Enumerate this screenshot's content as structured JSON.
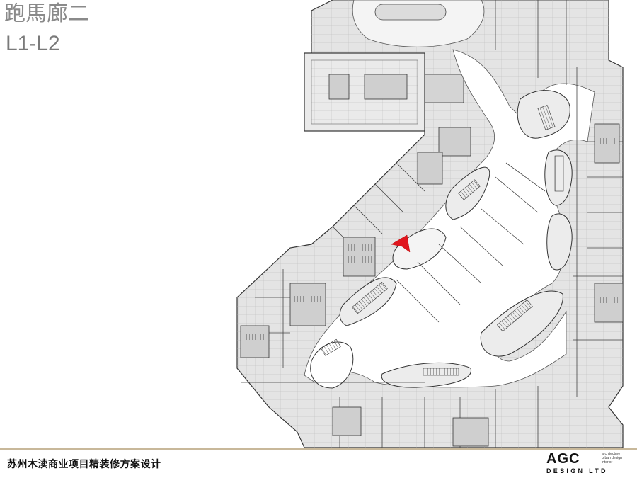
{
  "title": "跑馬廊二",
  "subtitle": "L1-L2",
  "footer": {
    "project": "苏州木渎商业项目精装修方案设计"
  },
  "logo": {
    "brand": "AGC",
    "tagline_1": "architecture",
    "tagline_2": "urban design",
    "tagline_3": "interior",
    "company": "DESIGN LTD"
  },
  "colors": {
    "marker": "#e0161e",
    "plan_fill": "#e4e4e4",
    "corridor": "#ffffff",
    "footer_line": "#c8b89a"
  },
  "icons": {
    "marker": "red-location-arrow-icon"
  }
}
